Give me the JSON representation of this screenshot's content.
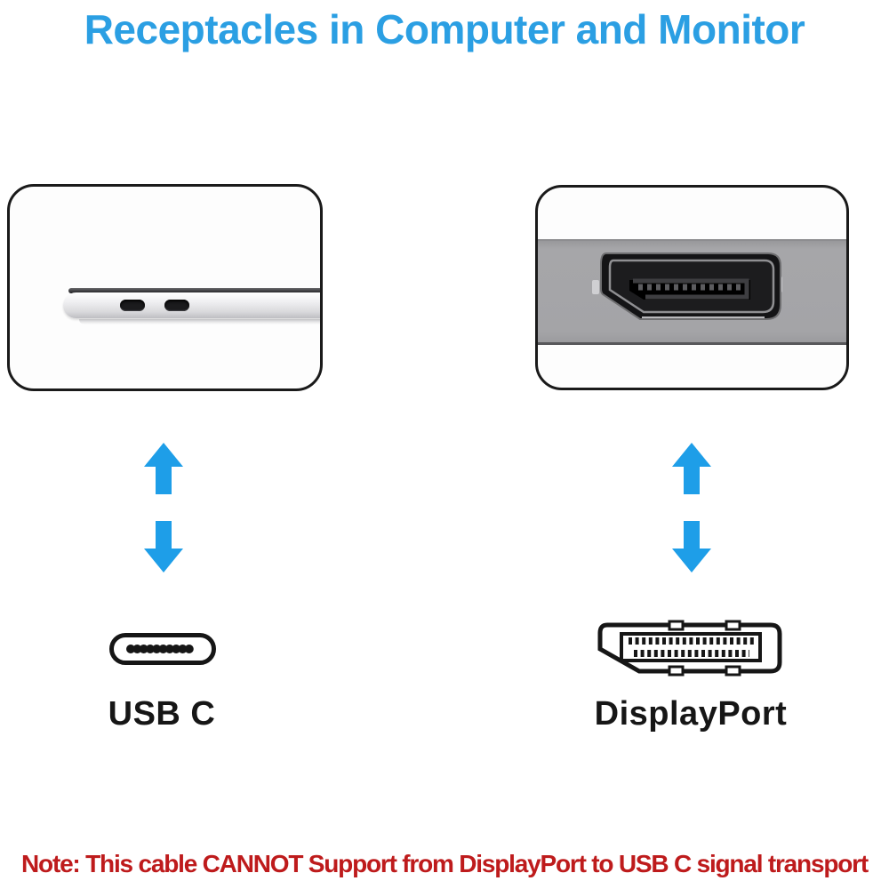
{
  "title": "Receptacles in Computer and Monitor",
  "panels": {
    "computer": {
      "content": "laptop-side-with-two-usb-c-ports"
    },
    "monitor": {
      "content": "displayport-receptacle-in-monitor-bezel"
    }
  },
  "labels": {
    "usb_c": "USB C",
    "displayport": "DisplayPort"
  },
  "note": "Note: This cable CANNOT Support from DisplayPort to USB C signal transport",
  "icons": {
    "up_arrow": "up-arrow-icon",
    "down_arrow": "down-arrow-icon",
    "usb_c_connector": "usb-c-connector-icon",
    "displayport_connector": "displayport-connector-icon"
  },
  "colors": {
    "title_blue": "#2B9FE3",
    "arrow_blue": "#1E9EE8",
    "note_red": "#BE1B1C",
    "panel_border": "#1A1A1A",
    "monitor_bezel_gray": "#A4A4A7",
    "connector_black": "#161616"
  }
}
